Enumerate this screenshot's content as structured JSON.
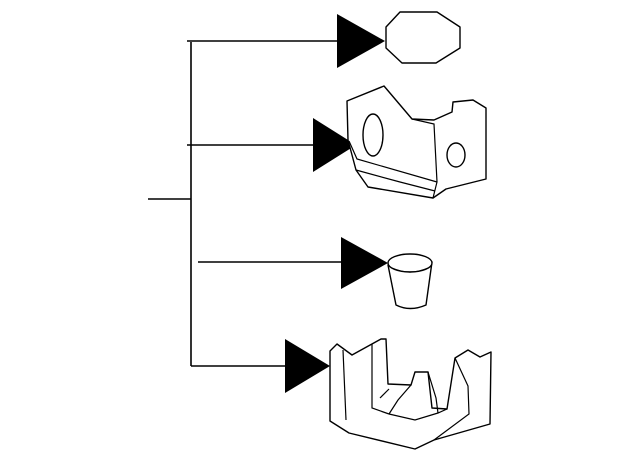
{
  "diagram": {
    "type": "exploded-parts-tree",
    "line_color": "#000000",
    "background": "#ffffff",
    "parts": [
      {
        "id": "part-1",
        "shape": "octagonal-cap-icon"
      },
      {
        "id": "part-2",
        "shape": "bracket-with-holes-icon"
      },
      {
        "id": "part-3",
        "shape": "cylindrical-cup-icon"
      },
      {
        "id": "part-4",
        "shape": "slotted-mount-icon"
      }
    ]
  }
}
